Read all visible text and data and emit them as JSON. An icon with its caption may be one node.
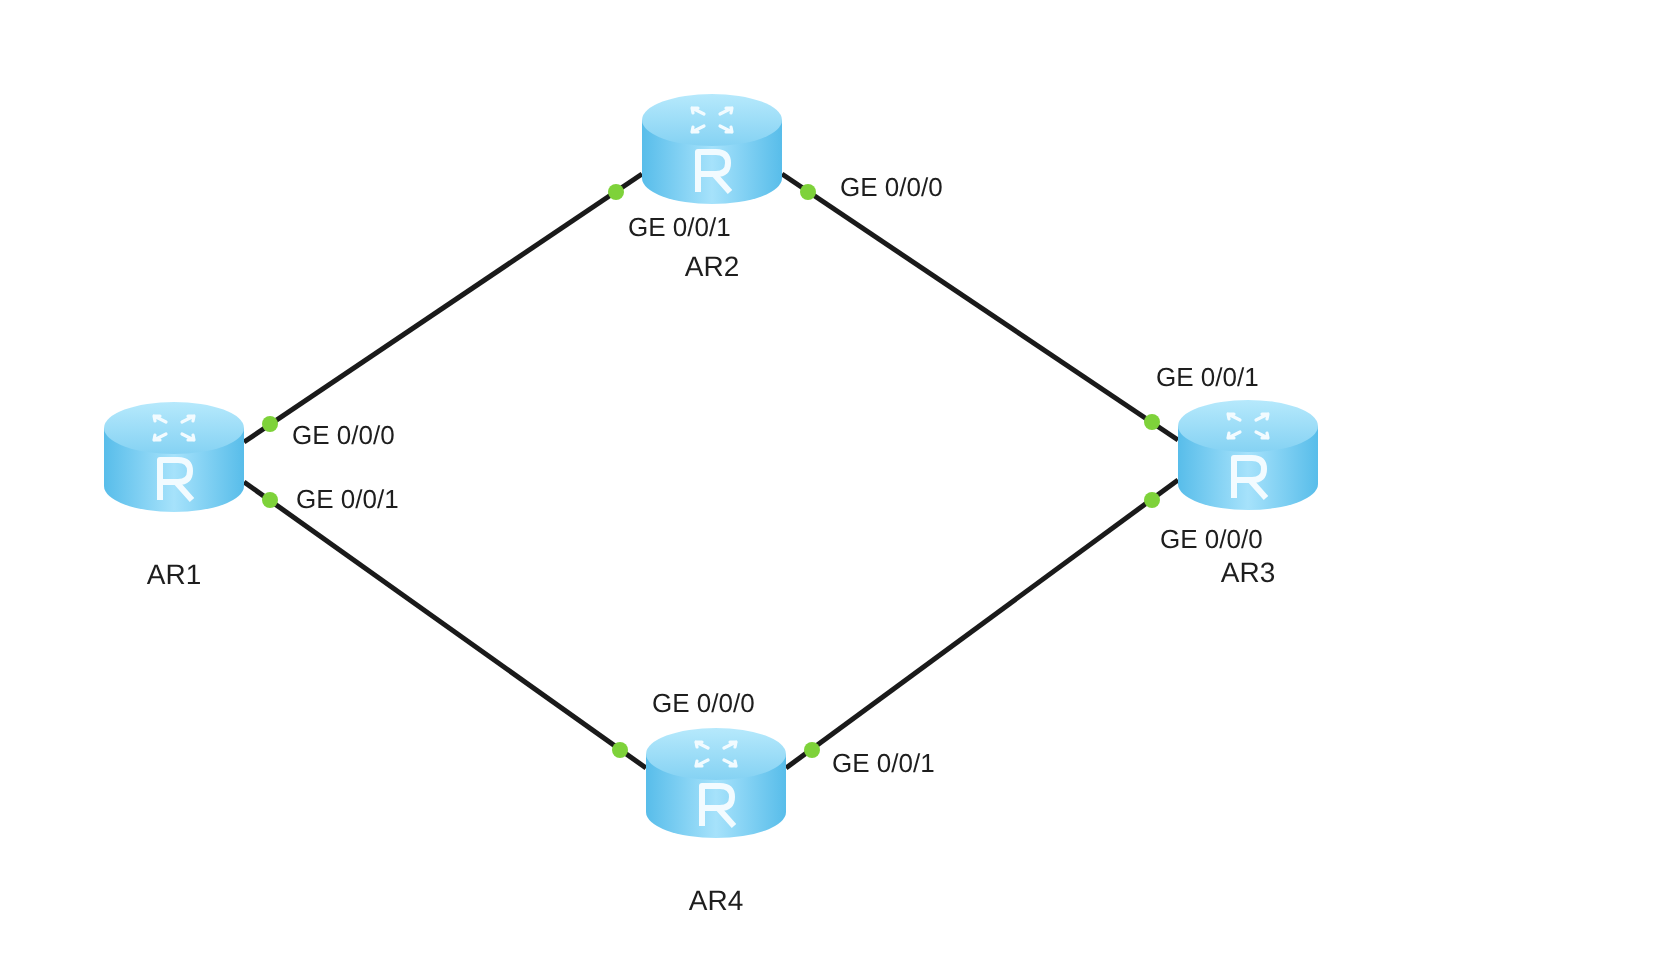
{
  "diagram": {
    "nodes": [
      {
        "text": [
          "AR2"
        ],
        "beside": [
          "GE 0/0/1",
          "GE 0/0/0"
        ]
      },
      {
        "text": [
          "AR1"
        ],
        "beside": [
          "GE 0/0/0",
          "GE 0/0/1"
        ]
      },
      {
        "text": [
          "AR3"
        ],
        "beside": [
          "GE 0/0/1",
          "GE 0/0/0"
        ]
      },
      {
        "text": [
          "AR4"
        ],
        "beside": [
          "GE 0/0/0",
          "GE 0/0/1"
        ]
      }
    ],
    "edges": [
      {
        "from": 1,
        "to": 0,
        "arrow": "none"
      },
      {
        "from": 0,
        "to": 2,
        "arrow": "none"
      },
      {
        "from": 2,
        "to": 3,
        "arrow": "none"
      },
      {
        "from": 1,
        "to": 3,
        "arrow": "none"
      }
    ]
  }
}
